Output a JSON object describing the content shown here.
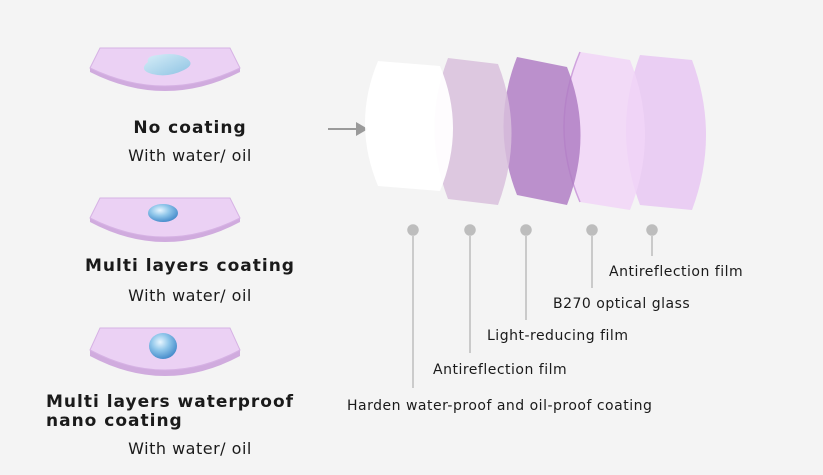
{
  "coatings": [
    {
      "title": "No coating",
      "subtitle": "With water/ oil"
    },
    {
      "title": "Multi layers coating",
      "subtitle": "With water/ oil"
    },
    {
      "title_line1": "Multi layers waterproof",
      "title_line2": "nano coating",
      "subtitle": "With water/ oil"
    }
  ],
  "layers": [
    {
      "label": "Harden water-proof and oil-proof coating"
    },
    {
      "label": "Antireflection film"
    },
    {
      "label": "Light-reducing film"
    },
    {
      "label": "B270 optical glass"
    },
    {
      "label": "Antireflection film"
    }
  ],
  "colors": {
    "disc_top": "#ebd1f4",
    "disc_edge": "#c99ed9",
    "layer_white": "#ffffff",
    "layer_light": "#d8bfdc",
    "layer_dark": "#b07ec4",
    "layer_pink": "#f1d5f7",
    "layer_pale": "#e7c7f2",
    "connector": "#bdbdbd"
  }
}
